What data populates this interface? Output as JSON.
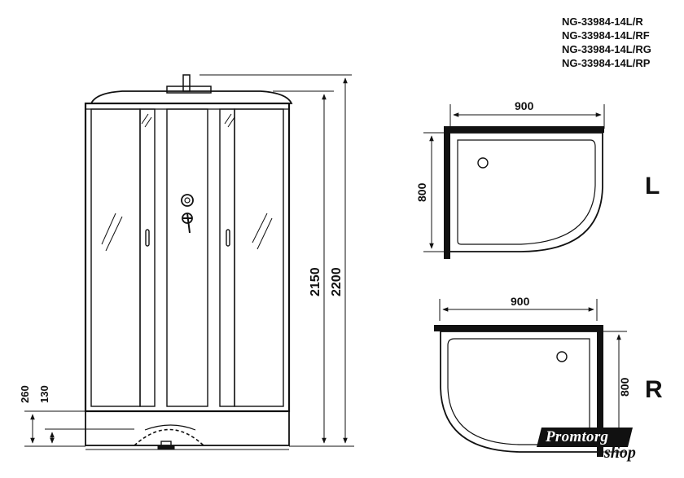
{
  "models": [
    "NG-33984-14L/R",
    "NG-33984-14L/RF",
    "NG-33984-14L/RG",
    "NG-33984-14L/RP"
  ],
  "dimensions": {
    "height_cabin": "2150",
    "height_total": "2200",
    "tray_height": "260",
    "tray_floor": "130",
    "width_top": "900",
    "depth_top": "800",
    "width_bottom": "900",
    "depth_bottom": "800"
  },
  "variants": {
    "left": "L",
    "right": "R"
  },
  "logo": {
    "main": "Promtorg",
    "sub": "shop"
  },
  "colors": {
    "line": "#111111",
    "frame": "#111111",
    "background": "#ffffff"
  }
}
